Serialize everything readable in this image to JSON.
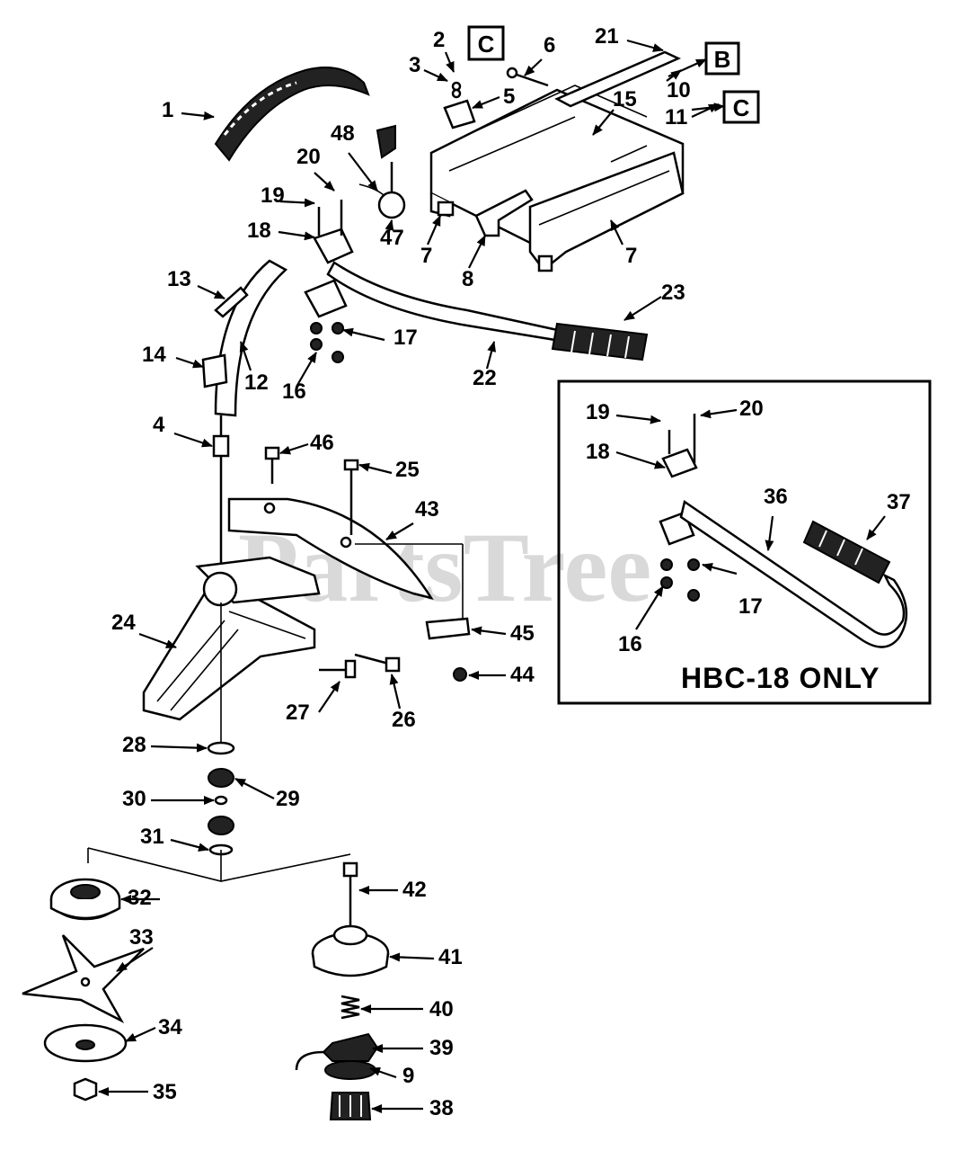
{
  "watermark": "PartsTree",
  "inset": {
    "note": "HBC-18 ONLY"
  },
  "ref_boxes": [
    {
      "id": "ref-c-top",
      "letter": "C"
    },
    {
      "id": "ref-b",
      "letter": "B"
    },
    {
      "id": "ref-c-right",
      "letter": "C"
    }
  ],
  "callouts": [
    "1",
    "2",
    "3",
    "5",
    "6",
    "21",
    "10",
    "15",
    "11",
    "48",
    "20",
    "19",
    "18",
    "47",
    "7",
    "7",
    "8",
    "13",
    "23",
    "17",
    "14",
    "12",
    "16",
    "22",
    "4",
    "46",
    "25",
    "43",
    "24",
    "45",
    "44",
    "27",
    "26",
    "28",
    "30",
    "29",
    "31",
    "32",
    "42",
    "33",
    "41",
    "40",
    "34",
    "39",
    "9",
    "35",
    "38",
    "19",
    "20",
    "18",
    "36",
    "37",
    "17",
    "16"
  ]
}
